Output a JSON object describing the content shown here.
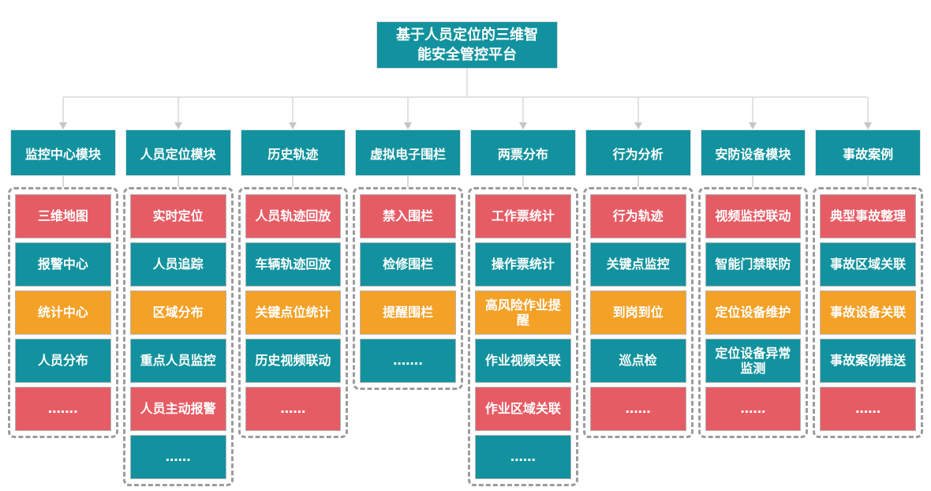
{
  "palette": {
    "teal": "#12929E",
    "red": "#E65C65",
    "orange": "#F4A127",
    "connector_line": "#D9D9D9",
    "arrowhead": "#C6C6C6",
    "dashed_border": "#9C9C9C",
    "text": "#FFFFFF"
  },
  "root": {
    "label": "基于人员定位的三维智\n能安全管控平台"
  },
  "columns": [
    {
      "header": "监控中心模块",
      "items": [
        {
          "label": "三维地图",
          "color": "red"
        },
        {
          "label": "报警中心",
          "color": "teal"
        },
        {
          "label": "统计中心",
          "color": "orange"
        },
        {
          "label": "人员分布",
          "color": "teal"
        },
        {
          "label": "…….",
          "color": "red"
        }
      ]
    },
    {
      "header": "人员定位模块",
      "items": [
        {
          "label": "实时定位",
          "color": "red"
        },
        {
          "label": "人员追踪",
          "color": "teal"
        },
        {
          "label": "区域分布",
          "color": "orange"
        },
        {
          "label": "重点人员监控",
          "color": "teal"
        },
        {
          "label": "人员主动报警",
          "color": "red"
        },
        {
          "label": "……",
          "color": "teal"
        }
      ]
    },
    {
      "header": "历史轨迹",
      "items": [
        {
          "label": "人员轨迹回放",
          "color": "red"
        },
        {
          "label": "车辆轨迹回放",
          "color": "teal"
        },
        {
          "label": "关键点位统计",
          "color": "orange"
        },
        {
          "label": "历史视频联动",
          "color": "teal"
        },
        {
          "label": "……",
          "color": "red"
        }
      ]
    },
    {
      "header": "虚拟电子围栏",
      "items": [
        {
          "label": "禁入围栏",
          "color": "red"
        },
        {
          "label": "检修围栏",
          "color": "teal"
        },
        {
          "label": "提醒围栏",
          "color": "orange"
        },
        {
          "label": "…….",
          "color": "teal"
        }
      ]
    },
    {
      "header": "两票分布",
      "items": [
        {
          "label": "工作票统计",
          "color": "red"
        },
        {
          "label": "操作票统计",
          "color": "teal"
        },
        {
          "label": "高风险作业提\n醒",
          "color": "orange"
        },
        {
          "label": "作业视频关联",
          "color": "teal"
        },
        {
          "label": "作业区域关联",
          "color": "red"
        },
        {
          "label": "……",
          "color": "teal"
        }
      ]
    },
    {
      "header": "行为分析",
      "items": [
        {
          "label": "行为轨迹",
          "color": "red"
        },
        {
          "label": "关键点监控",
          "color": "teal"
        },
        {
          "label": "到岗到位",
          "color": "orange"
        },
        {
          "label": "巡点检",
          "color": "teal"
        },
        {
          "label": "……",
          "color": "red"
        }
      ]
    },
    {
      "header": "安防设备模块",
      "items": [
        {
          "label": "视频监控联动",
          "color": "red"
        },
        {
          "label": "智能门禁联防",
          "color": "teal"
        },
        {
          "label": "定位设备维护",
          "color": "orange"
        },
        {
          "label": "定位设备异常\n监测",
          "color": "teal"
        },
        {
          "label": "……",
          "color": "red"
        }
      ]
    },
    {
      "header": "事故案例",
      "items": [
        {
          "label": "典型事故整理",
          "color": "red"
        },
        {
          "label": "事故区域关联",
          "color": "teal"
        },
        {
          "label": "事故设备关联",
          "color": "orange"
        },
        {
          "label": "事故案例推送",
          "color": "teal"
        },
        {
          "label": "……",
          "color": "red"
        }
      ]
    }
  ]
}
